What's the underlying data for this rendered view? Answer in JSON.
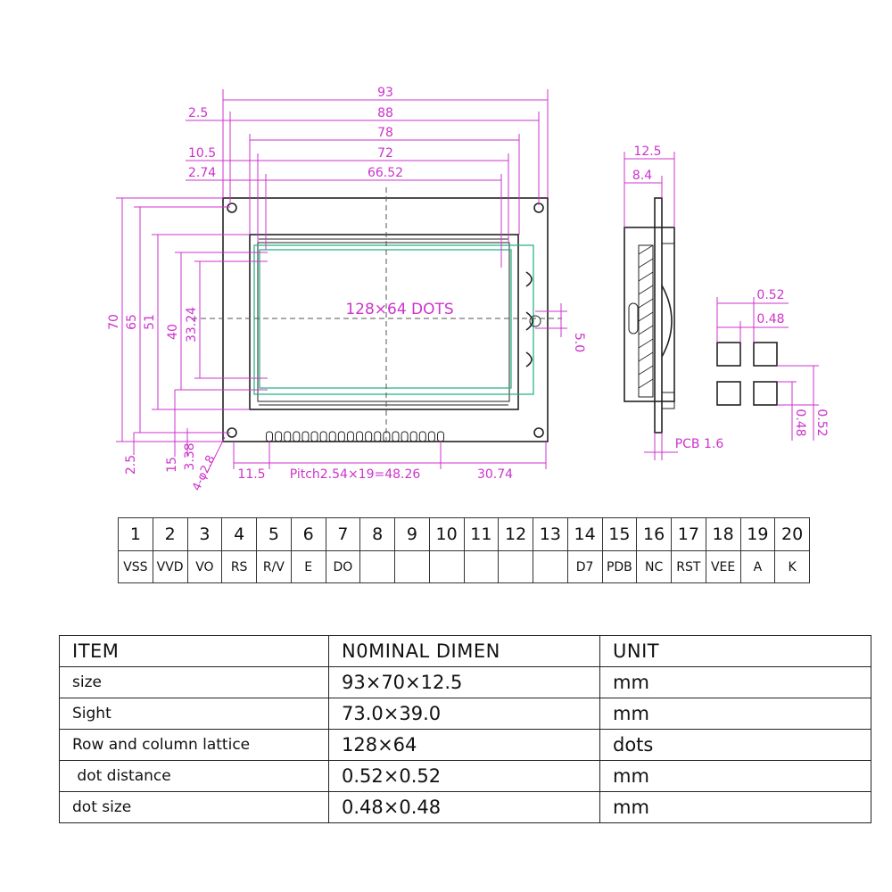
{
  "drawing": {
    "top_dims": [
      "93",
      "88",
      "78",
      "72",
      "66.52"
    ],
    "left_top_offsets": [
      "2.5",
      "10.5",
      "2.74"
    ],
    "vertical_dims": [
      "70",
      "65",
      "51",
      "40",
      "33.24"
    ],
    "dots_label": "128×64 DOTS",
    "right_offset": "5.0",
    "bottom_left_dims": [
      "2.5",
      "15",
      "3.38"
    ],
    "hole_label": "4-φ2.8",
    "bottom_dims": [
      "11.5",
      "Pitch2.54×19=48.26",
      "30.74"
    ],
    "side_dims": [
      "12.5",
      "8.4"
    ],
    "pcb_label": "PCB 1.6",
    "dot_dims": [
      "0.52",
      "0.48"
    ],
    "dot_dims_vertical": [
      "0.48",
      "0.52"
    ]
  },
  "pins": {
    "numbers": [
      "1",
      "2",
      "3",
      "4",
      "5",
      "6",
      "7",
      "8",
      "9",
      "10",
      "11",
      "12",
      "13",
      "14",
      "15",
      "16",
      "17",
      "18",
      "19",
      "20"
    ],
    "signals": [
      "VSS",
      "VVD",
      "VO",
      "RS",
      "R/V",
      "E",
      "DO",
      "",
      "",
      "",
      "",
      "",
      "",
      "D7",
      "PDB",
      "NC",
      "RST",
      "VEE",
      "A",
      "K"
    ]
  },
  "specs": {
    "headers": [
      "ITEM",
      "N0MINAL DIMEN",
      "UNIT"
    ],
    "rows": [
      {
        "item": "size",
        "value": "93×70×12.5",
        "unit": "mm"
      },
      {
        "item": "Sight",
        "value": "73.0×39.0",
        "unit": "mm"
      },
      {
        "item": "Row and column lattice",
        "value": "128×64",
        "unit": "dots"
      },
      {
        "item": " dot distance",
        "value": "0.52×0.52",
        "unit": "mm"
      },
      {
        "item": "dot size",
        "value": "0.48×0.48",
        "unit": "mm"
      }
    ]
  }
}
